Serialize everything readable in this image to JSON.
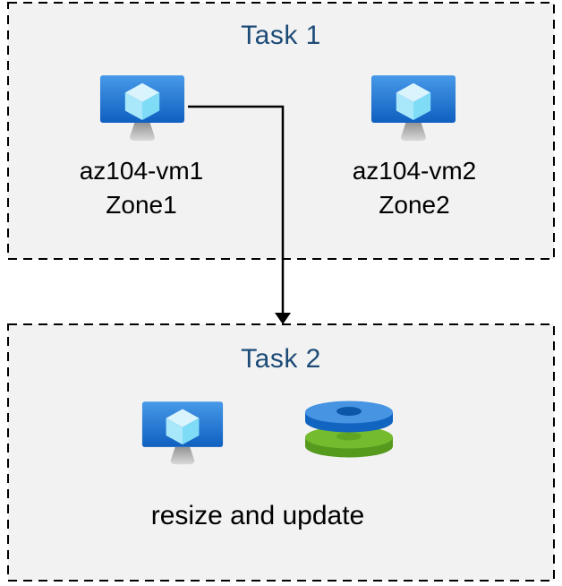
{
  "colors": {
    "page_bg": "#ffffff",
    "box_bg": "#f2f2f2",
    "box_border": "#000000",
    "title_text": "#1d4b77",
    "label_text": "#000000",
    "arrow": "#000000",
    "vm_screen_top": "#4799e8",
    "vm_screen_bottom": "#0f60c0",
    "cube_top": "#d9f4fd",
    "cube_left": "#a9e7fa",
    "cube_right": "#7edcf6",
    "disk_blue_top": "#4795e2",
    "disk_blue_side": "#1164c0",
    "disk_blue_hole": "#0c57a7",
    "disk_green_top": "#75bb2e",
    "disk_green_side": "#569a1d",
    "disk_green_hole": "#61a622"
  },
  "task1": {
    "title": "Task 1",
    "vms": [
      {
        "name": "az104-vm1",
        "zone": "Zone1",
        "icon": "virtual-machine-icon"
      },
      {
        "name": "az104-vm2",
        "zone": "Zone2",
        "icon": "virtual-machine-icon"
      }
    ]
  },
  "task2": {
    "title": "Task 2",
    "caption": "resize and update",
    "icons": [
      "virtual-machine-icon",
      "managed-disks-icon"
    ]
  },
  "connector": {
    "from": "az104-vm1",
    "to": "Task 2",
    "style": "elbow-arrow-down"
  }
}
